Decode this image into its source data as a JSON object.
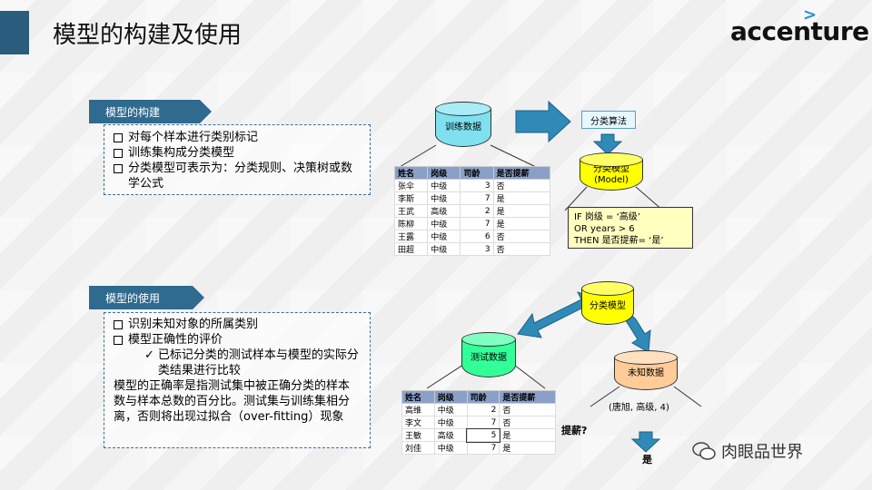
{
  "slide": {
    "title": "模型的构建及使用",
    "logo": "accenture",
    "logo_mark": ">"
  },
  "build": {
    "tag": "模型的构建",
    "bullets": [
      "对每个样本进行类别标记",
      "训练集构成分类模型",
      "分类模型可表示为：分类规则、决策树或数学公式"
    ]
  },
  "use": {
    "tag": "模型的使用",
    "bullets": [
      "识别未知对象的所属类别",
      "模型正确性的评价"
    ],
    "sub": "已标记分类的测试样本与模型的实际分类结果进行比较",
    "para": "模型的正确率是指测试集中被正确分类的样本数与样本总数的百分比。测试集与训练集相分离，否则将出现过拟合（over-fitting）现象"
  },
  "diagram": {
    "train_db": "训练数据",
    "algo": "分类算法",
    "model": "分类模型",
    "model_en": "(Model)",
    "rule": [
      "IF 岗级 = ‘高级’",
      "OR years > 6",
      "THEN 是否提薪= ‘是’"
    ],
    "model2": "分类模型",
    "test_db": "测试数据",
    "unknown_db": "未知数据",
    "unknown_tuple": "(唐旭, 高级, 4)",
    "q": "提薪?",
    "answer": "是"
  },
  "train_table": {
    "headers": [
      "姓名",
      "岗级",
      "司龄",
      "是否提薪"
    ],
    "rows": [
      [
        "张伞",
        "中级",
        "3",
        "否"
      ],
      [
        "李斯",
        "中级",
        "7",
        "是"
      ],
      [
        "王武",
        "高级",
        "2",
        "是"
      ],
      [
        "陈柳",
        "中级",
        "7",
        "是"
      ],
      [
        "王露",
        "中级",
        "6",
        "否"
      ],
      [
        "田超",
        "中级",
        "3",
        "否"
      ]
    ]
  },
  "test_table": {
    "headers": [
      "姓名",
      "岗级",
      "司龄",
      "是否提薪"
    ],
    "rows": [
      [
        "高维",
        "中级",
        "2",
        "否"
      ],
      [
        "李文",
        "中级",
        "7",
        "否"
      ],
      [
        "王敏",
        "高级",
        "5",
        "是"
      ],
      [
        "刘佳",
        "中级",
        "7",
        "是"
      ]
    ]
  },
  "watermark": "肉眼品世界",
  "colors": {
    "accent": "#2f6a8f",
    "cyan_db": "#7fe0f0",
    "yellow_db": "#ffff00",
    "green_db": "#33ff99",
    "orange_db": "#ffcc99",
    "arrow": "#2f8ab8"
  }
}
